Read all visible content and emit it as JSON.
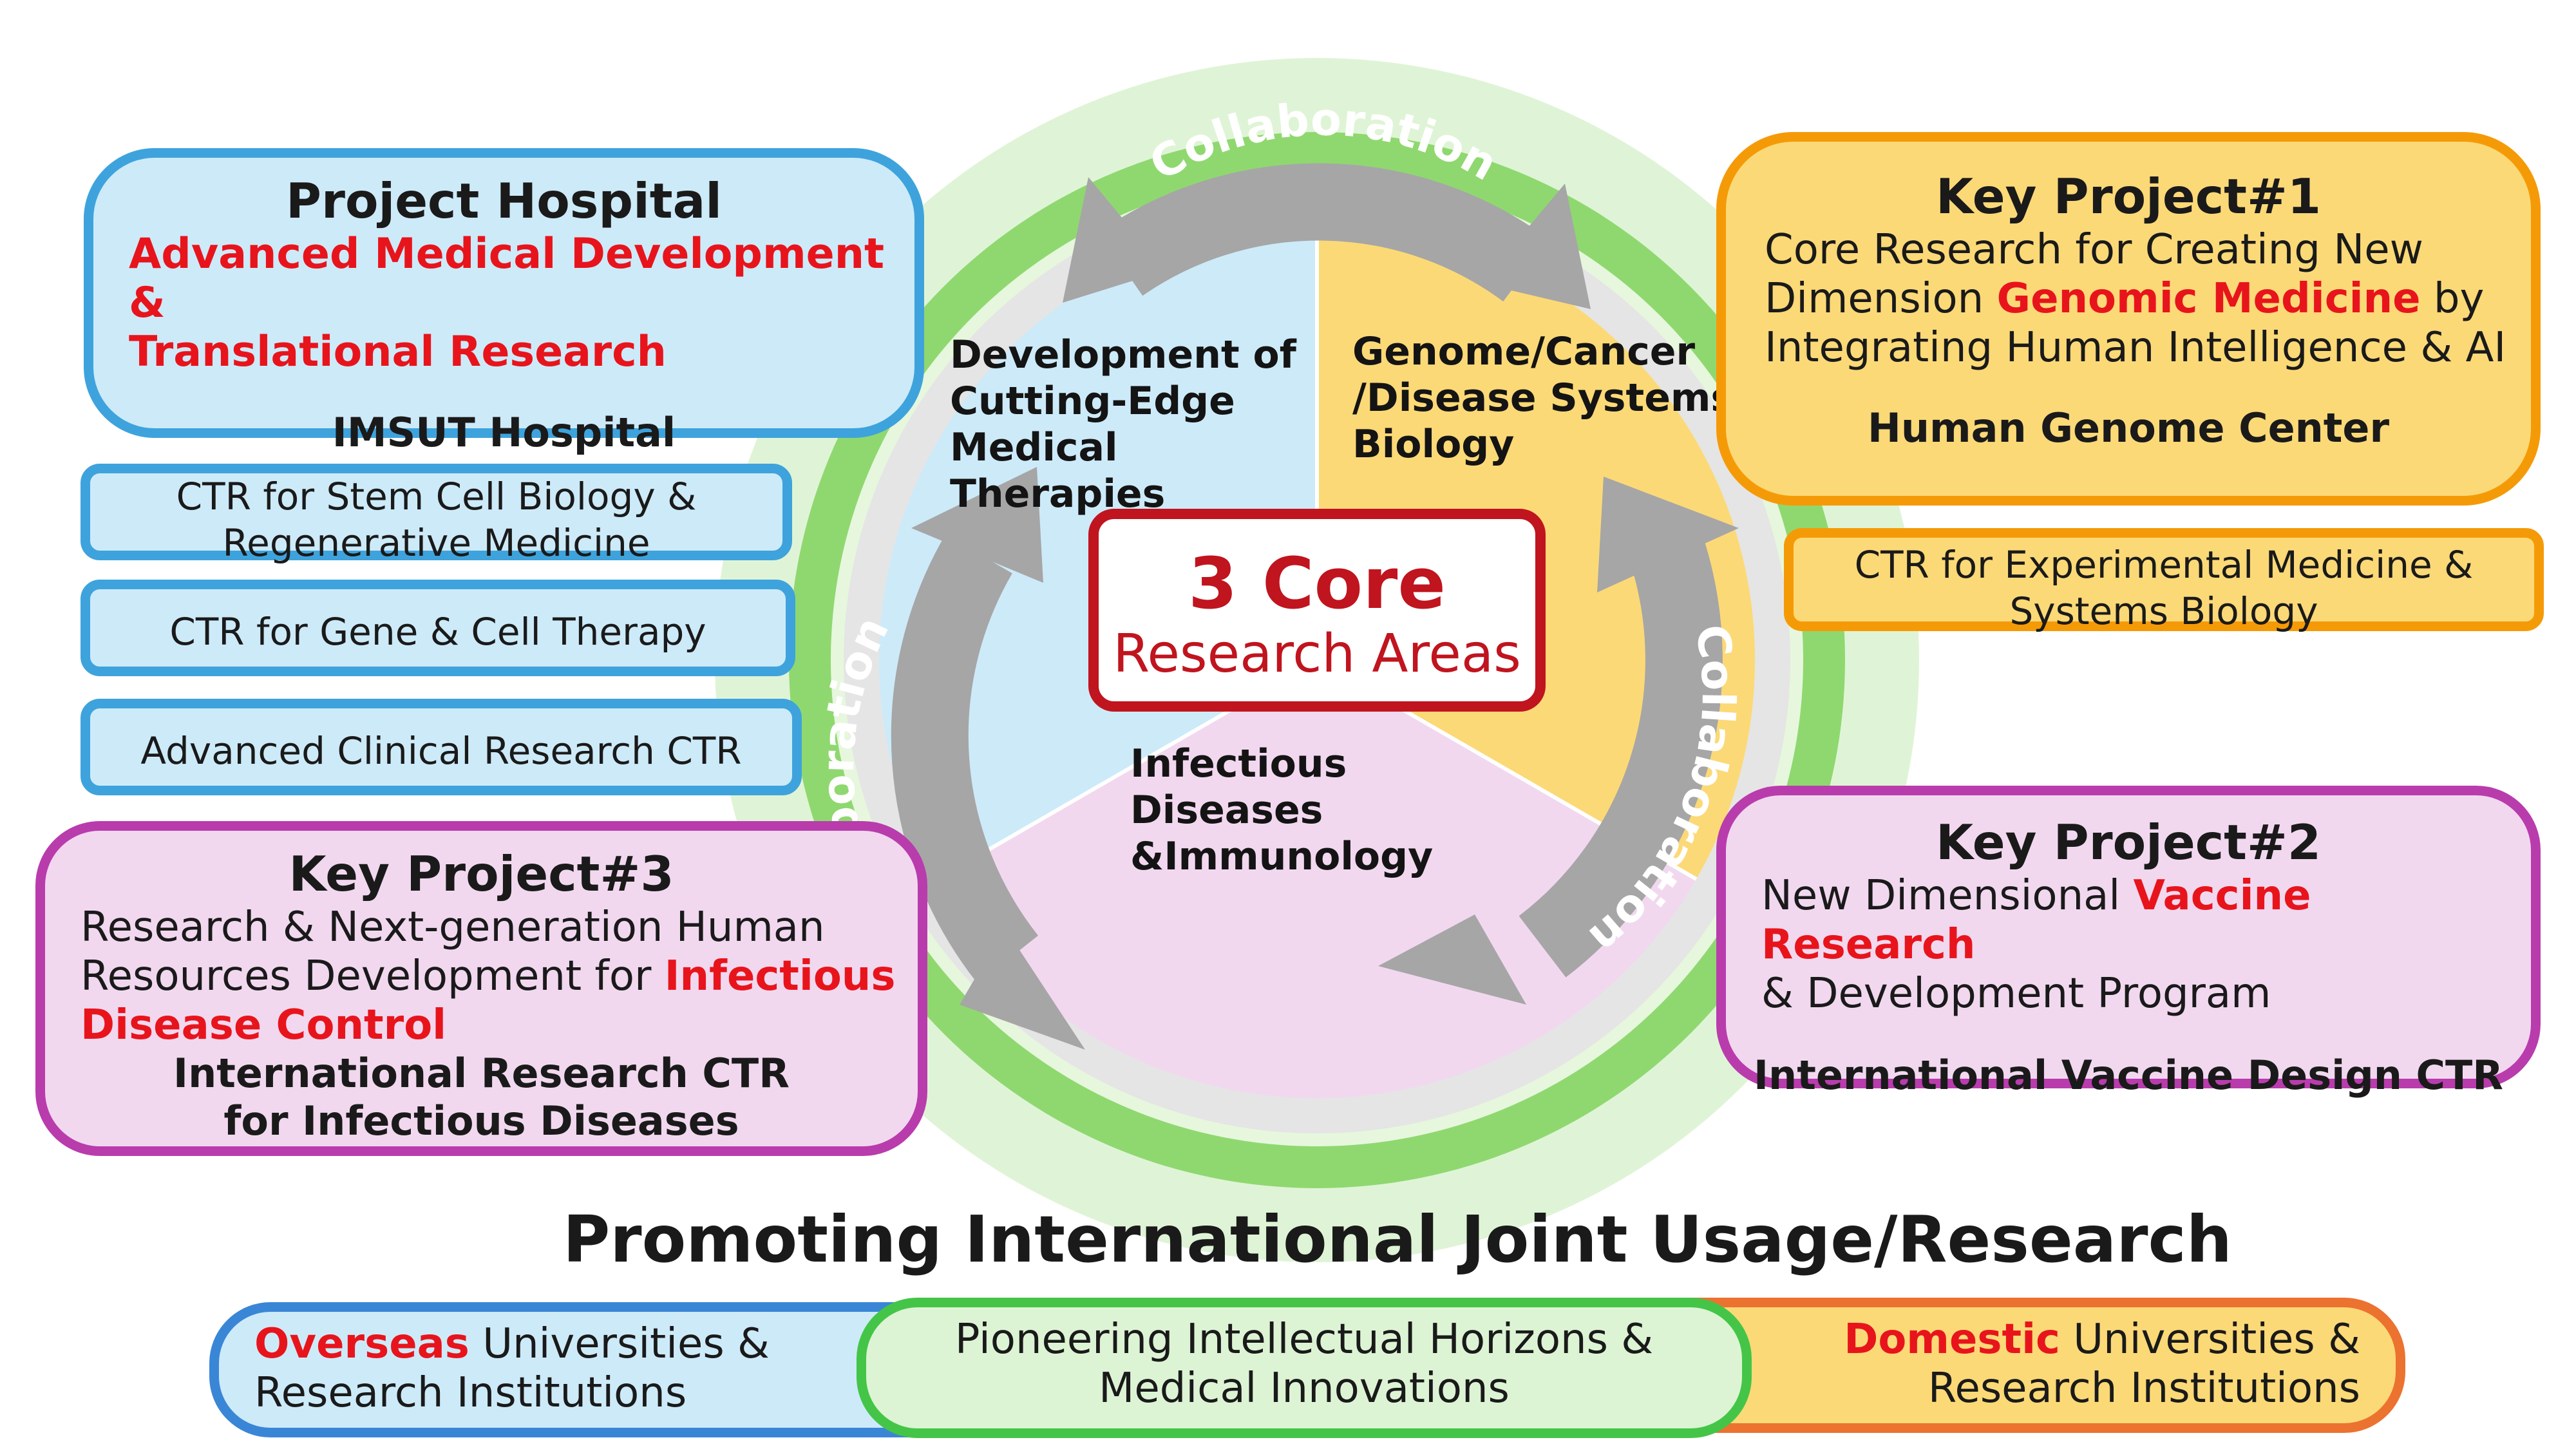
{
  "circle": {
    "center_title": "3 Core",
    "center_subtitle": "Research Areas",
    "areas": {
      "therapies": [
        "Development of",
        "Cutting-Edge",
        "Medical Therapies"
      ],
      "genome": [
        "Genome/Cancer",
        "/Disease Systems",
        "Biology"
      ],
      "infectious": [
        "Infectious Diseases",
        "&Immunology"
      ]
    },
    "collaboration_label": "Collaboration"
  },
  "project_hospital": {
    "title": "Project Hospital",
    "subtitle_line1": "Advanced Medical Development &",
    "subtitle_line2": "Translational Research",
    "org": "IMSUT Hospital"
  },
  "left_ctrs": [
    {
      "line1": "CTR for Stem Cell Biology &",
      "line2": "Regenerative Medicine"
    },
    {
      "line1": "CTR for Gene & Cell Therapy"
    },
    {
      "line1": "Advanced Clinical Research CTR"
    }
  ],
  "key_project_1": {
    "title": "Key Project#1",
    "line1": "Core Research for Creating New",
    "line2_pre": "Dimension ",
    "line2_highlight": "Genomic Medicine",
    "line2_post": " by",
    "line3": "Integrating Human Intelligence & AI",
    "org": "Human Genome Center"
  },
  "right_ctr": {
    "line1": "CTR for Experimental Medicine &",
    "line2": "Systems Biology"
  },
  "key_project_2": {
    "title": "Key Project#2",
    "line1_pre": "New Dimensional ",
    "line1_highlight": "Vaccine Research",
    "line2": "& Development Program",
    "org": "International Vaccine Design CTR"
  },
  "key_project_3": {
    "title": "Key Project#3",
    "line1": "Research & Next-generation Human",
    "line2_pre": "Resources Development for ",
    "line2_highlight": "Infectious",
    "line3_highlight": "Disease Control",
    "org_line1": "International Research CTR",
    "org_line2": "for Infectious Diseases"
  },
  "bottom": {
    "heading": "Promoting International Joint Usage/Research",
    "overseas_highlight": "Overseas",
    "overseas_line1_rest": " Universities &",
    "overseas_line2": "Research Institutions",
    "pioneering_line1": "Pioneering Intellectual Horizons &",
    "pioneering_line2": "Medical Innovations",
    "domestic_highlight": "Domestic",
    "domestic_line1_rest": " Universities &",
    "domestic_line2": "Research Institutions"
  },
  "colors": {
    "blue": "#3ea3dc",
    "orange": "#f59a07",
    "pink": "#b93cad",
    "green": "#8fd870",
    "highlight_red": "#e8141c",
    "core_red": "#c0141e"
  }
}
